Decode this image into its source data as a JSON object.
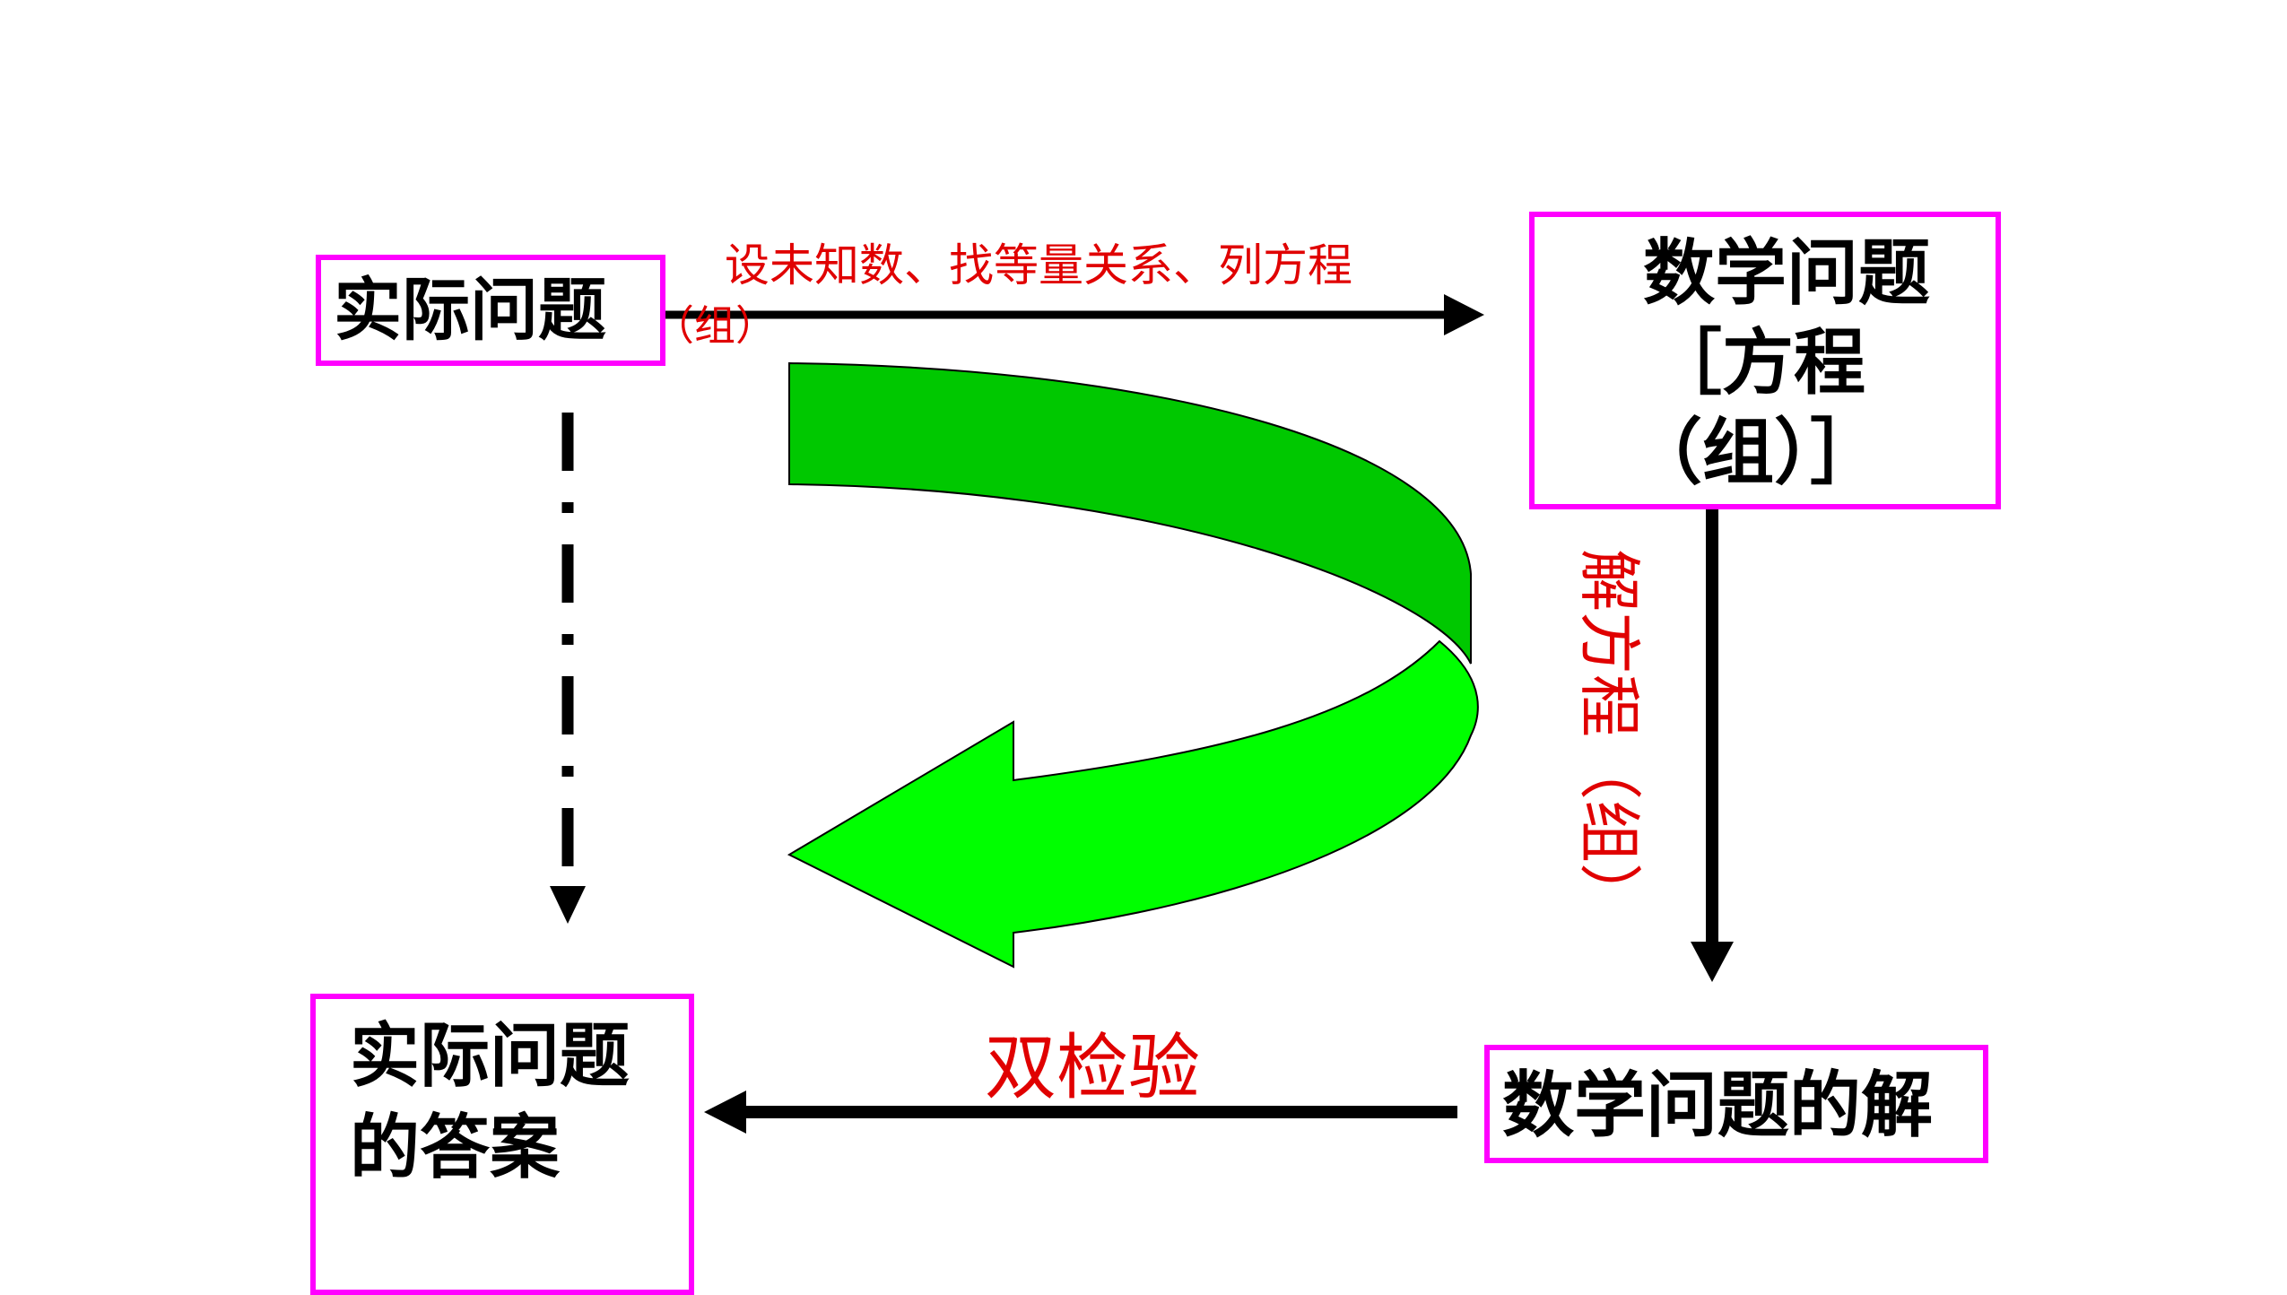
{
  "colors": {
    "box_border": "#ff00ff",
    "box_text": "#000000",
    "label_text": "#e00000",
    "arrow": "#000000",
    "curved_arrow_light": "#00ff00",
    "curved_arrow_dark": "#00c800"
  },
  "nodes": {
    "real_problem": {
      "text": "实际问题"
    },
    "math_problem": {
      "line1": "数学问题",
      "line2": "［方程",
      "line3": "（组）］"
    },
    "math_solution": {
      "text": "数学问题的解"
    },
    "real_answer": {
      "line1": "实际问题",
      "line2": "的答案"
    }
  },
  "edges": {
    "setup": {
      "line1": "设未知数、找等量关系、列方程",
      "line2": "（组）"
    },
    "solve": {
      "text": "解方程（组）"
    },
    "check": {
      "text": "双检验"
    }
  }
}
